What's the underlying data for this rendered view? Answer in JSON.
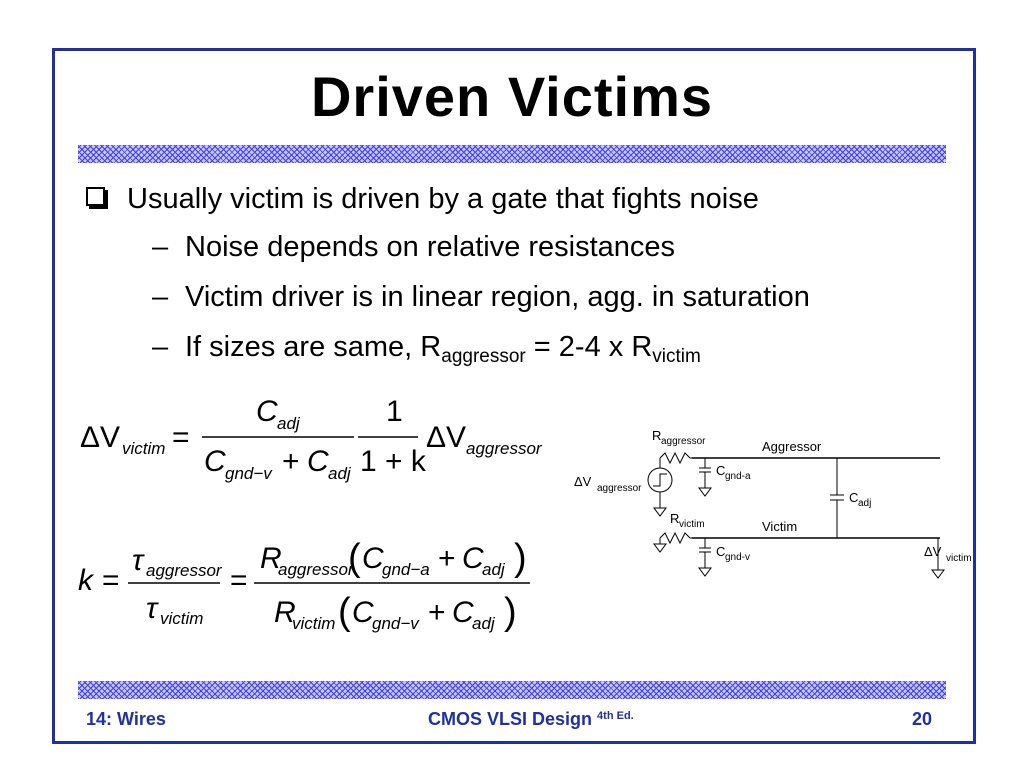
{
  "slide": {
    "title": "Driven Victims",
    "bullet": "Usually victim is driven by a gate that fights noise",
    "sub_bullets": [
      {
        "dash": "–",
        "text": "Noise depends on relative resistances"
      },
      {
        "dash": "–",
        "text": "Victim driver is in linear region, agg. in saturation"
      }
    ],
    "sub3": {
      "dash": "–",
      "pre": "If sizes are same, R",
      "sub1": "aggressor",
      "mid": " = 2-4 x R",
      "sub2": "victim"
    }
  },
  "equations": {
    "eq1": {
      "lhs_sym": "ΔV",
      "lhs_sub": "victim",
      "equals": "=",
      "num1": "C",
      "num1_sub": "adj",
      "den_c1": "C",
      "den_c1_sub": "gnd−v",
      "plus": "+",
      "den_c2": "C",
      "den_c2_sub": "adj",
      "num2": "1",
      "den2": "1 + k",
      "rhs_sym": "ΔV",
      "rhs_sub": "aggressor"
    },
    "eq2": {
      "lhs": "k",
      "equals": "=",
      "tau": "τ",
      "tau_sub1": "aggressor",
      "tau_sub2": "victim",
      "equals2": "=",
      "r_num": "R",
      "r_num_sub": "aggressor",
      "r_den": "R",
      "r_den_sub": "victim",
      "c": "C",
      "gnd_a": "gnd−a",
      "gnd_v": "gnd−v",
      "adj": "adj",
      "plus": "+"
    }
  },
  "circuit": {
    "r_aggressor": "R",
    "r_aggressor_sub": "aggressor",
    "aggressor_label": "Aggressor",
    "c_gnd_a": "C",
    "c_gnd_a_sub": "gnd-a",
    "dv_aggressor": "ΔV",
    "dv_aggressor_sub": "aggressor",
    "c_adj": "C",
    "c_adj_sub": "adj",
    "r_victim": "R",
    "r_victim_sub": "victim",
    "victim_label": "Victim",
    "c_gnd_v": "C",
    "c_gnd_v_sub": "gnd-v",
    "dv_victim": "ΔV",
    "dv_victim_sub": "victim"
  },
  "footer": {
    "left": "14: Wires",
    "center": "CMOS VLSI Design",
    "center_sup": "4th Ed.",
    "right": "20"
  },
  "colors": {
    "frame": "#1f2fa8",
    "hatch": "#3b3bff",
    "footer_text": "#1f2fa8"
  }
}
